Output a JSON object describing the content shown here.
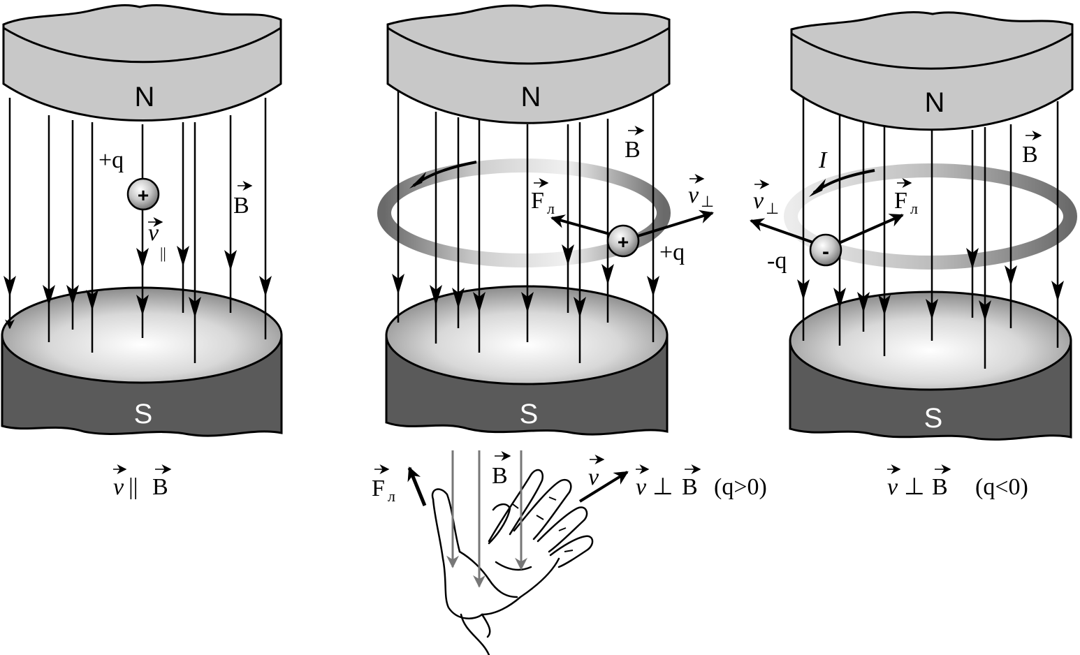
{
  "panels": [
    {
      "north_label": "N",
      "south_label": "S",
      "charge_sign": "+",
      "charge_label": "+q",
      "velocity_label": "v",
      "velocity_sub": "||",
      "field_label": "B",
      "caption_v": "v",
      "caption_rel": "||",
      "caption_B": "B",
      "caption_tail": ""
    },
    {
      "north_label": "N",
      "south_label": "S",
      "charge_sign": "+",
      "charge_label": "+q",
      "velocity_label": "v",
      "velocity_sub": "⊥",
      "force_label": "F",
      "force_sub": "л",
      "field_label": "B",
      "caption_v": "v",
      "caption_rel": "⊥",
      "caption_B": "B",
      "caption_tail": "(q>0)"
    },
    {
      "north_label": "N",
      "south_label": "S",
      "charge_sign": "-",
      "charge_label": "-q",
      "velocity_label": "v",
      "velocity_sub": "⊥",
      "force_label": "F",
      "force_sub": "л",
      "field_label": "B",
      "current_label": "I",
      "caption_v": "v",
      "caption_rel": "⊥",
      "caption_B": "B",
      "caption_tail": "(q<0)"
    }
  ],
  "hand": {
    "force_label": "F",
    "force_sub": "л",
    "field_label": "B",
    "velocity_label": "v"
  }
}
